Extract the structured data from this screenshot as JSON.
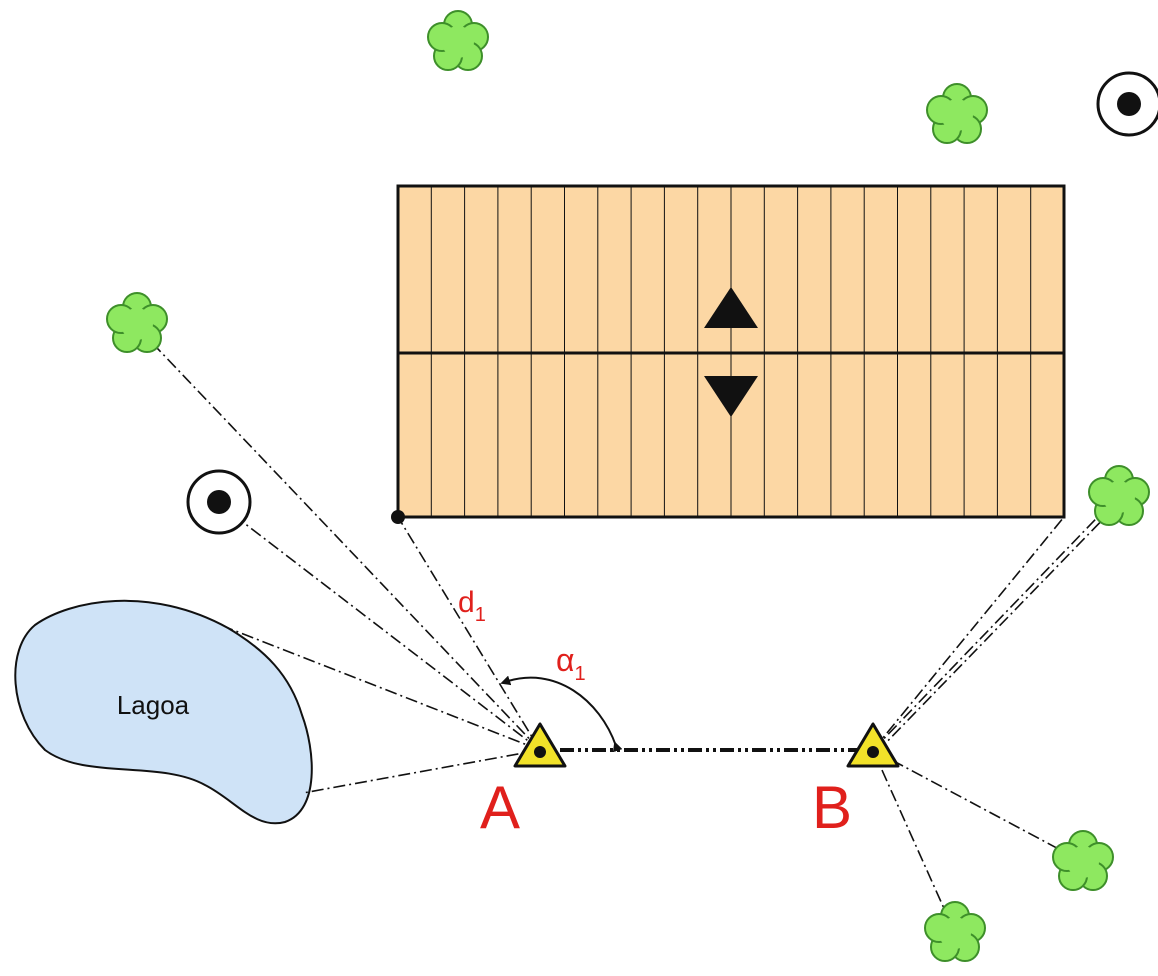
{
  "stations": {
    "a": {
      "label": "A"
    },
    "b": {
      "label": "B"
    }
  },
  "annotations": {
    "distance": {
      "symbol": "d",
      "subscript": "1"
    },
    "angle": {
      "symbol": "α",
      "subscript": "1"
    }
  },
  "lake": {
    "label": "Lagoa"
  },
  "colors": {
    "building_fill": "#fcd7a4",
    "lake_fill": "#cfe3f7",
    "tree_fill": "#8ee860",
    "station_fill": "#f2e229",
    "label_red": "#e0201c",
    "line": "#111111"
  },
  "icons": {
    "tree": "tree-icon",
    "well": "well-icon",
    "station": "station-triangle-icon",
    "arrow_up": "arrow-up-icon",
    "arrow_down": "arrow-down-icon"
  }
}
